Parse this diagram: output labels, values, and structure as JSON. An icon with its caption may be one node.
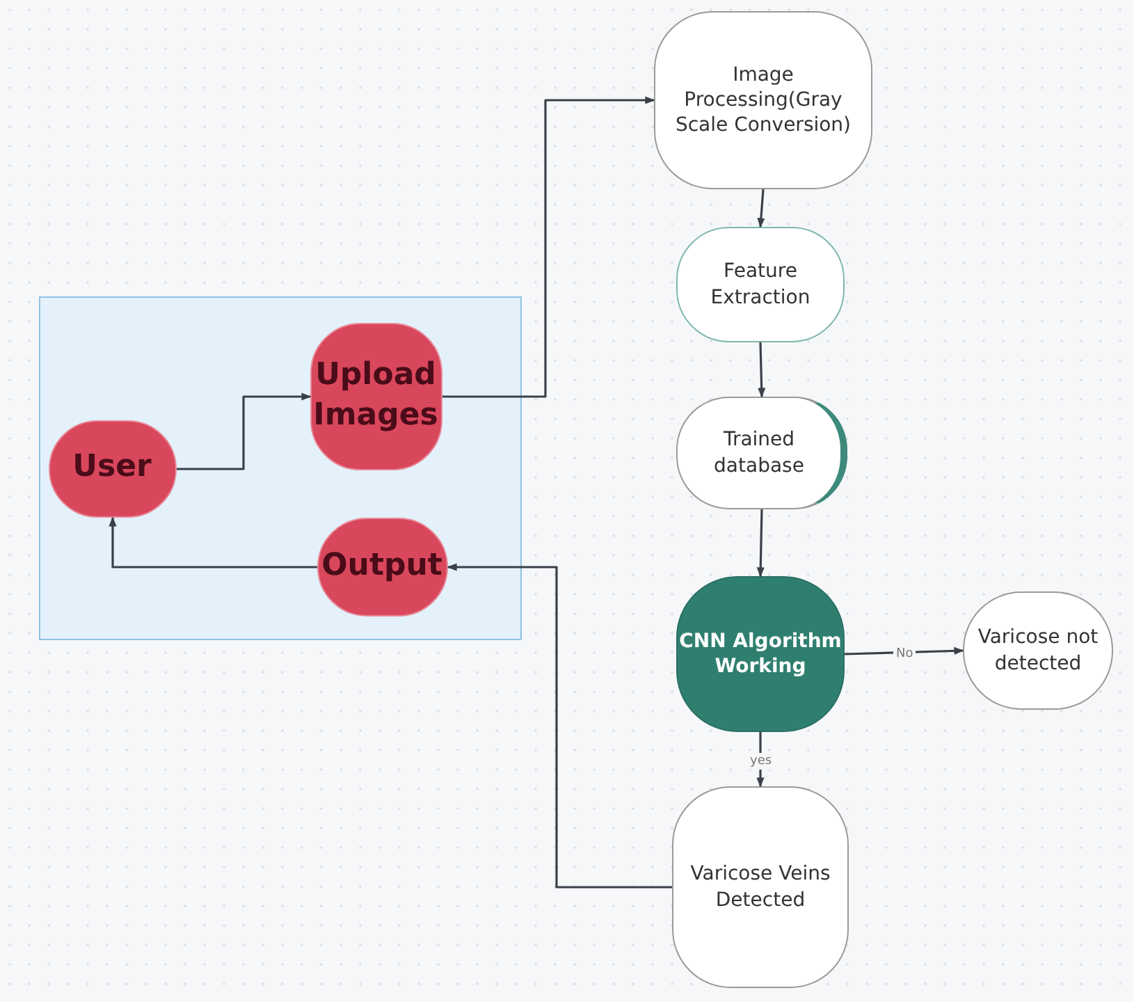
{
  "diagram": {
    "nodes": [
      {
        "text": [],
        "shape": "box"
      },
      {
        "text": [
          "User"
        ],
        "in": 0
      },
      {
        "text": [
          "Upload Images"
        ],
        "in": 0
      },
      {
        "text": [
          "Output"
        ],
        "in": 0
      },
      {
        "text": [
          "Image Processing(Gray Scale Conversion)"
        ]
      },
      {
        "text": [
          "Feature Extraction"
        ]
      },
      {
        "text": [
          "Trained database"
        ]
      },
      {
        "text": [
          "CNN Algorithm Working"
        ]
      },
      {
        "text": [
          "Varicose not detected"
        ]
      },
      {
        "text": [
          "Varicose Veins Detected"
        ]
      }
    ],
    "edges": [
      {
        "from": 1,
        "to": 2,
        "arrow": "to"
      },
      {
        "from": 2,
        "to": 4,
        "arrow": "to"
      },
      {
        "from": 4,
        "to": 5,
        "arrow": "to"
      },
      {
        "from": 5,
        "to": 6,
        "arrow": "to"
      },
      {
        "from": 6,
        "to": 7,
        "arrow": "to"
      },
      {
        "from": 7,
        "to": 8,
        "arrow": "to",
        "label": "No"
      },
      {
        "from": 7,
        "to": 9,
        "arrow": "to",
        "label": "yes"
      },
      {
        "from": 9,
        "to": 3,
        "arrow": "to"
      },
      {
        "from": 3,
        "to": 1,
        "arrow": "to"
      }
    ]
  }
}
